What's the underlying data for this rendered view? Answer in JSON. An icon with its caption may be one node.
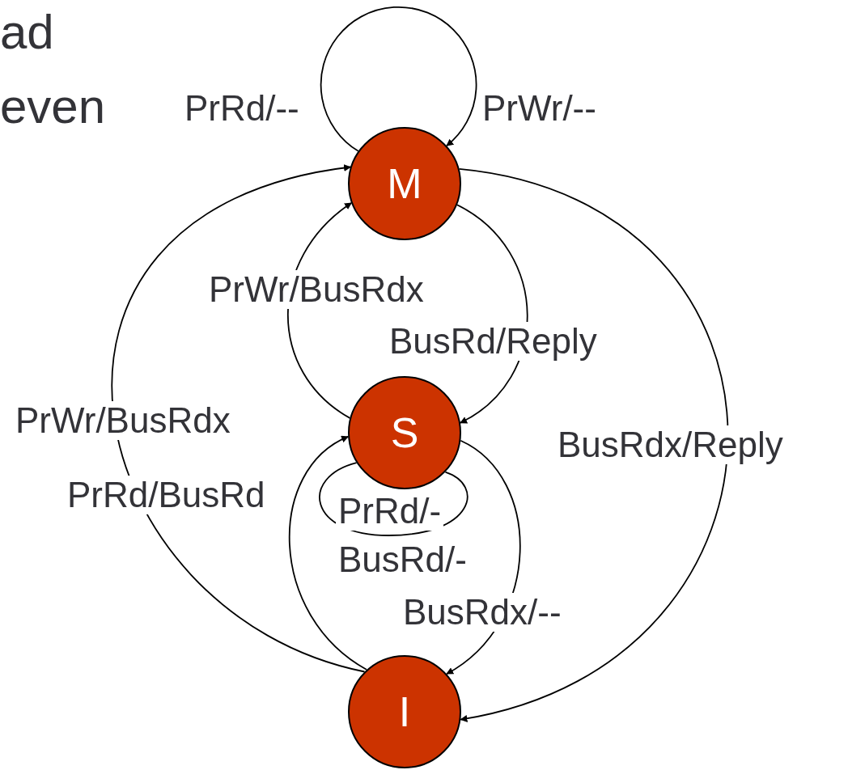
{
  "diagram": {
    "nodes": [
      {
        "text": [
          "M"
        ]
      },
      {
        "text": [
          "S"
        ]
      },
      {
        "text": [
          "I"
        ]
      }
    ],
    "edges": [
      {
        "from": 0,
        "to": 0,
        "arrow": "to",
        "label": "PrWr/--"
      },
      {
        "from": 2,
        "to": 0,
        "arrow": "to",
        "label": "PrWr/BusRdx"
      },
      {
        "from": 1,
        "to": 0,
        "arrow": "to",
        "label": "PrWr/BusRdx"
      },
      {
        "from": 0,
        "to": 1,
        "arrow": "to",
        "label": "BusRd/Reply"
      },
      {
        "from": 0,
        "to": 2,
        "arrow": "to",
        "label": "BusRdx/Reply"
      },
      {
        "from": 2,
        "to": 1,
        "arrow": "to",
        "label": "PrRd/BusRd"
      },
      {
        "from": 1,
        "to": 1,
        "arrow": "none",
        "label": "PrRd/-"
      },
      {
        "from": 1,
        "to": 2,
        "arrow": "to",
        "label": "BusRdx/--"
      }
    ],
    "labels": [
      "ad",
      "even",
      "PrRd/--",
      "BusRd/-"
    ]
  }
}
